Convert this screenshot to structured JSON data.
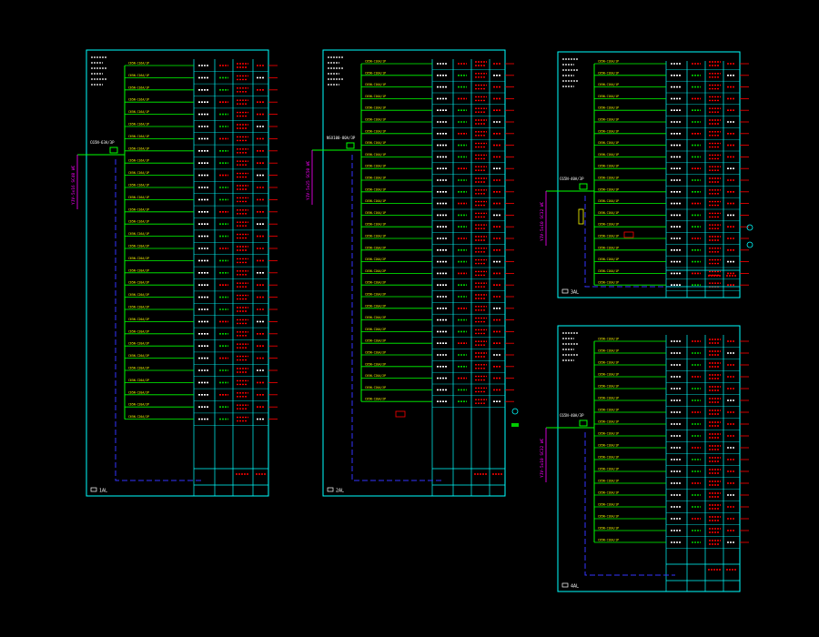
{
  "colors": {
    "background": "#000000",
    "frame": "#00ffff",
    "circuit_line": "#00ff00",
    "label_red": "#ff0000",
    "label_white": "#ffffff",
    "label_yellow": "#ffff00",
    "feeder_magenta": "#ff00ff",
    "pe_blue": "#3333ff",
    "meter_green": "#00cc00"
  },
  "sheets": [
    {
      "id": "panel-1",
      "breaker_labels": [
        "C65N-C16A/1P",
        "C65N-C16A/1P",
        "C65N-C16A/1P",
        "C65N-C16A/1P",
        "C65N-C16A/1P",
        "C65N-C16A/1P",
        "C65N-C16A/1P",
        "C65N-C16A/1P",
        "C65N-C16A/1P",
        "C65N-C16A/1P",
        "C65N-C16A/1P",
        "C65N-C16A/1P",
        "C65N-C16A/1P",
        "C65N-C16A/1P",
        "C65N-C16A/1P",
        "C65N-C20A/2P",
        "C65N-C20A/2P",
        "C65N-C20A/2P",
        "C65N-C20A/2P",
        "C65N-C20A/2P",
        "C65N-C20A/2P",
        "C65N-C20A/2P",
        "C65N-C20A/2P",
        "C65N-C20A/2P",
        "C65N-C20A/2P",
        "C65N-C20A/2P",
        "C65N-C20A/2P",
        "C65N-C20A/2P",
        "C65N-C20A/2P",
        "C65N-C20A/2P"
      ],
      "rows": 30,
      "main_breaker": "C65N-63A/3P",
      "feeder": "YJV-5x16 SC40 WC",
      "title": "1AL"
    },
    {
      "id": "panel-2",
      "breaker_labels": [
        "C65N-C16A/1P",
        "C65N-C16A/1P",
        "C65N-C16A/1P",
        "C65N-C16A/1P",
        "C65N-C16A/1P",
        "C65N-C16A/1P",
        "C65N-C16A/1P",
        "C65N-C16A/1P",
        "C65N-C16A/1P",
        "C65N-C16A/1P",
        "C65N-C16A/1P",
        "C65N-C16A/1P",
        "C65N-C16A/1P",
        "C65N-C16A/1P",
        "C65N-C16A/1P",
        "C65N-C16A/1P",
        "C65N-C20A/2P",
        "C65N-C20A/2P",
        "C65N-C20A/2P",
        "C65N-C20A/2P",
        "C65N-C20A/2P",
        "C65N-C20A/2P",
        "C65N-C20A/2P",
        "C65N-C20A/2P",
        "C65N-C20A/2P",
        "C65N-C20A/2P",
        "C65N-C20A/2P",
        "C65N-C20A/2P",
        "C65N-C20A/2P",
        "C65N-C20A/2P"
      ],
      "rows": 30,
      "main_breaker": "NSX100-80A/3P",
      "feeder": "YJV-5x25 SC50 WC",
      "title": "2AL"
    },
    {
      "id": "panel-3",
      "breaker_labels": [
        "C65N-C16A/1P",
        "C65N-C16A/1P",
        "C65N-C16A/1P",
        "C65N-C16A/1P",
        "C65N-C16A/1P",
        "C65N-C16A/1P",
        "C65N-C16A/1P",
        "C65N-C16A/1P",
        "C65N-C16A/1P",
        "C65N-C16A/1P",
        "C65N-C16A/1P",
        "C65N-C16A/1P",
        "C65N-C16A/1P",
        "C65N-C16A/1P",
        "C65N-C16A/1P",
        "C65N-C16A/1P",
        "C65N-C16A/1P",
        "C65N-C16A/1P",
        "C65N-C16A/1P",
        "C65N-C16A/1P"
      ],
      "rows": 20,
      "main_breaker": "C65N-40A/3P",
      "feeder": "YJV-5x10 SC32 WC",
      "title": "3AL"
    },
    {
      "id": "panel-4",
      "breaker_labels": [
        "C65N-C16A/1P",
        "C65N-C16A/1P",
        "C65N-C16A/1P",
        "C65N-C16A/1P",
        "C65N-C16A/1P",
        "C65N-C16A/1P",
        "C65N-C16A/1P",
        "C65N-C16A/1P",
        "C65N-C16A/1P",
        "C65N-C16A/1P",
        "C65N-C16A/1P",
        "C65N-C16A/1P",
        "C65N-C16A/1P",
        "C65N-C16A/1P",
        "C65N-C16A/1P",
        "C65N-C16A/1P",
        "C65N-C16A/1P",
        "C65N-C16A/1P"
      ],
      "rows": 18,
      "main_breaker": "C65N-40A/3P",
      "feeder": "YJV-5x10 SC32 WC",
      "title": "4AL"
    }
  ]
}
